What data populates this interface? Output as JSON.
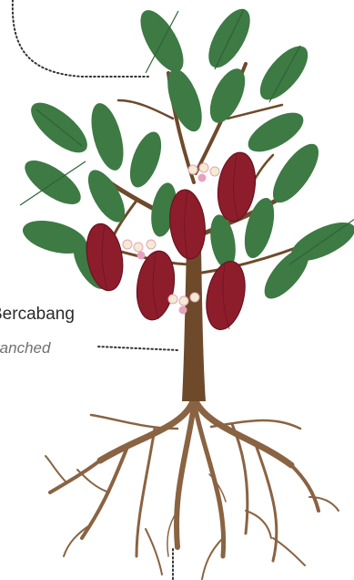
{
  "labels": {
    "branch_label": "Bercabang",
    "branch_label_english": "ranched"
  },
  "colors": {
    "leaf": "#3d7a44",
    "leaf_vein": "#2f6236",
    "pod": "#8e1d2c",
    "pod_line": "#6a1220",
    "trunk": "#6e4a2b",
    "root": "#8a6342",
    "flower": "#f3ecd0",
    "callout": "#333333"
  },
  "icons": [
    "cocoa-tree-illustration",
    "leaf-icon",
    "cocoa-pod-icon",
    "cocoa-flower-icon"
  ]
}
